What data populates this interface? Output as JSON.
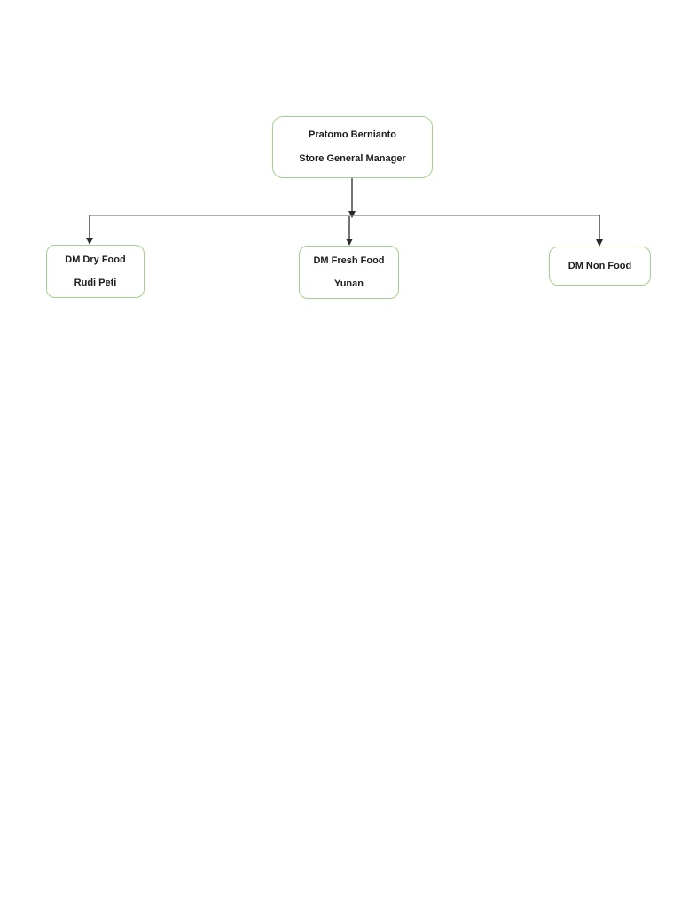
{
  "diagram": {
    "type": "org-chart",
    "nodes": {
      "root": {
        "title": "Pratomo Bernianto",
        "subtitle": "Store General Manager"
      },
      "dry": {
        "title": "DM Dry Food",
        "subtitle": "Rudi Peti"
      },
      "fresh": {
        "title": "DM Fresh Food",
        "subtitle": "Yunan"
      },
      "non": {
        "title": "DM Non Food",
        "subtitle": ""
      }
    },
    "edges": [
      {
        "from": "root",
        "to": "dry"
      },
      {
        "from": "root",
        "to": "fresh"
      },
      {
        "from": "root",
        "to": "non"
      }
    ],
    "colors": {
      "box_border": "#a6ce8e",
      "box_fill": "#ffffff",
      "text": "#1c1c1c",
      "connector_vertical": "#2a2a2a",
      "connector_horizontal": "#7f7f7f",
      "page_background": "#ffffff"
    }
  }
}
